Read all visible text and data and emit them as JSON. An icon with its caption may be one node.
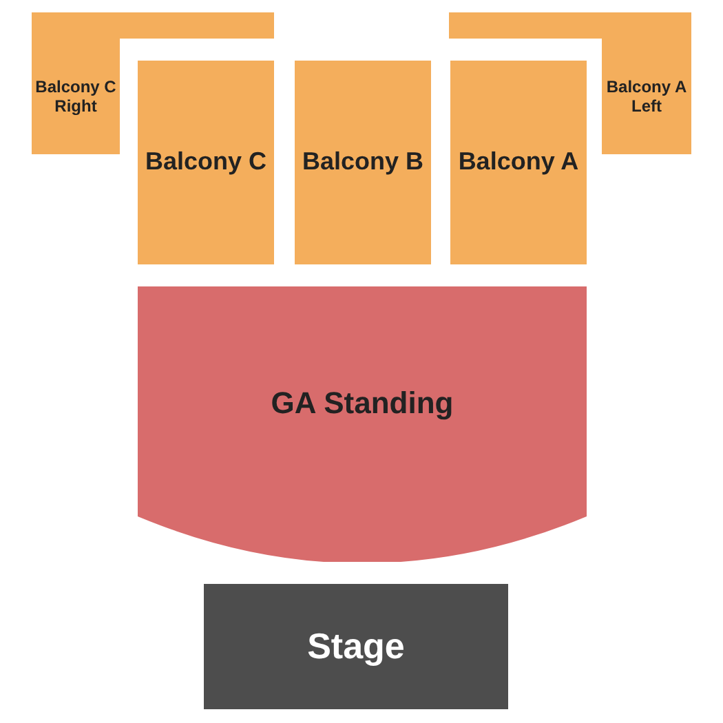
{
  "diagram": {
    "nodes": [
      {
        "text": [
          "Balcony C Right"
        ]
      },
      {
        "text": [
          "Balcony A Left"
        ]
      },
      {
        "text": [
          "Balcony C"
        ]
      },
      {
        "text": [
          "Balcony B"
        ]
      },
      {
        "text": [
          "Balcony A"
        ]
      },
      {
        "text": [
          "GA Standing"
        ]
      },
      {
        "text": [
          "Stage"
        ]
      }
    ],
    "edges": []
  }
}
